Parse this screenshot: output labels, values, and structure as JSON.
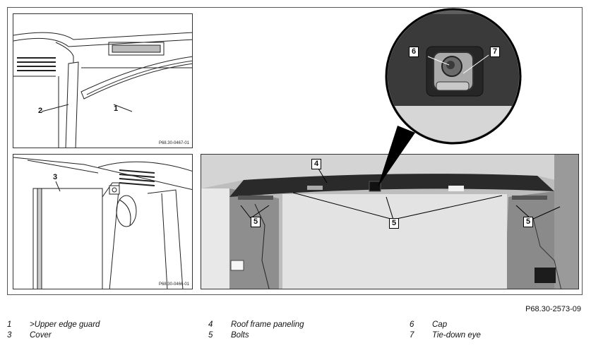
{
  "panels": {
    "top_left": {
      "code": "P68.30-0467-01",
      "labels": {
        "l1": "1",
        "l2": "2"
      }
    },
    "bottom_left": {
      "code": "P68.30-0466-01",
      "labels": {
        "l3": "3"
      }
    },
    "main": {
      "labels": {
        "l4": "4",
        "l5a": "5",
        "l5b": "5",
        "l5c": "5",
        "l6": "6",
        "l7": "7"
      }
    }
  },
  "figure_id": "P68.30-2573-09",
  "legend": [
    {
      "num": "1",
      "text": ">Upper edge guard"
    },
    {
      "num": "3",
      "text": "Cover"
    },
    {
      "num": "4",
      "text": "Roof frame paneling"
    },
    {
      "num": "5",
      "text": "Bolts"
    },
    {
      "num": "6",
      "text": "Cap"
    },
    {
      "num": "7",
      "text": "Tie-down eye"
    }
  ]
}
